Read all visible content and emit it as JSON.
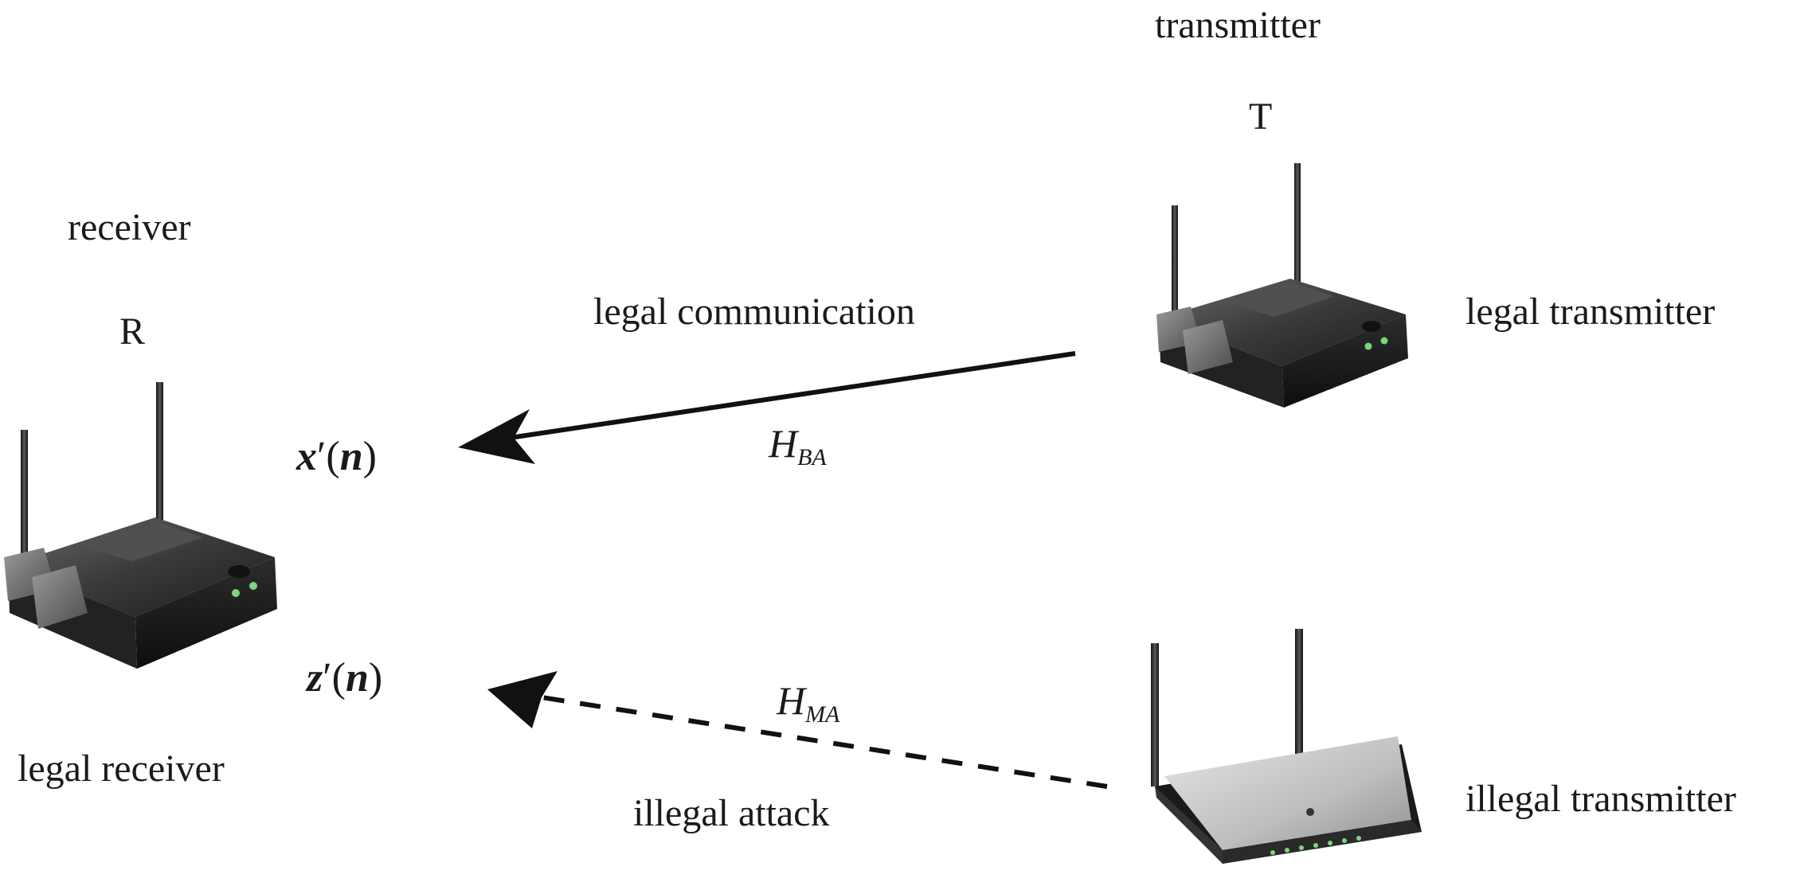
{
  "transmitter": {
    "role": "transmitter",
    "symbol": "T",
    "description": "legal transmitter"
  },
  "receiver": {
    "role": "receiver",
    "symbol": "R",
    "description": "legal receiver"
  },
  "attacker": {
    "description": "illegal transmitter"
  },
  "links": {
    "legal": {
      "label": "legal communication",
      "channel": "H",
      "channel_sub": "BA",
      "signal": "x",
      "signal_arg": "n"
    },
    "attack": {
      "label": "illegal attack",
      "channel": "H",
      "channel_sub": "MA",
      "signal": "z",
      "signal_arg": "n"
    }
  },
  "colors": {
    "router_dark": "#2a2a2a",
    "router_light": "#c9c9c9",
    "led": "#7cd67c",
    "arrow": "#111111"
  }
}
